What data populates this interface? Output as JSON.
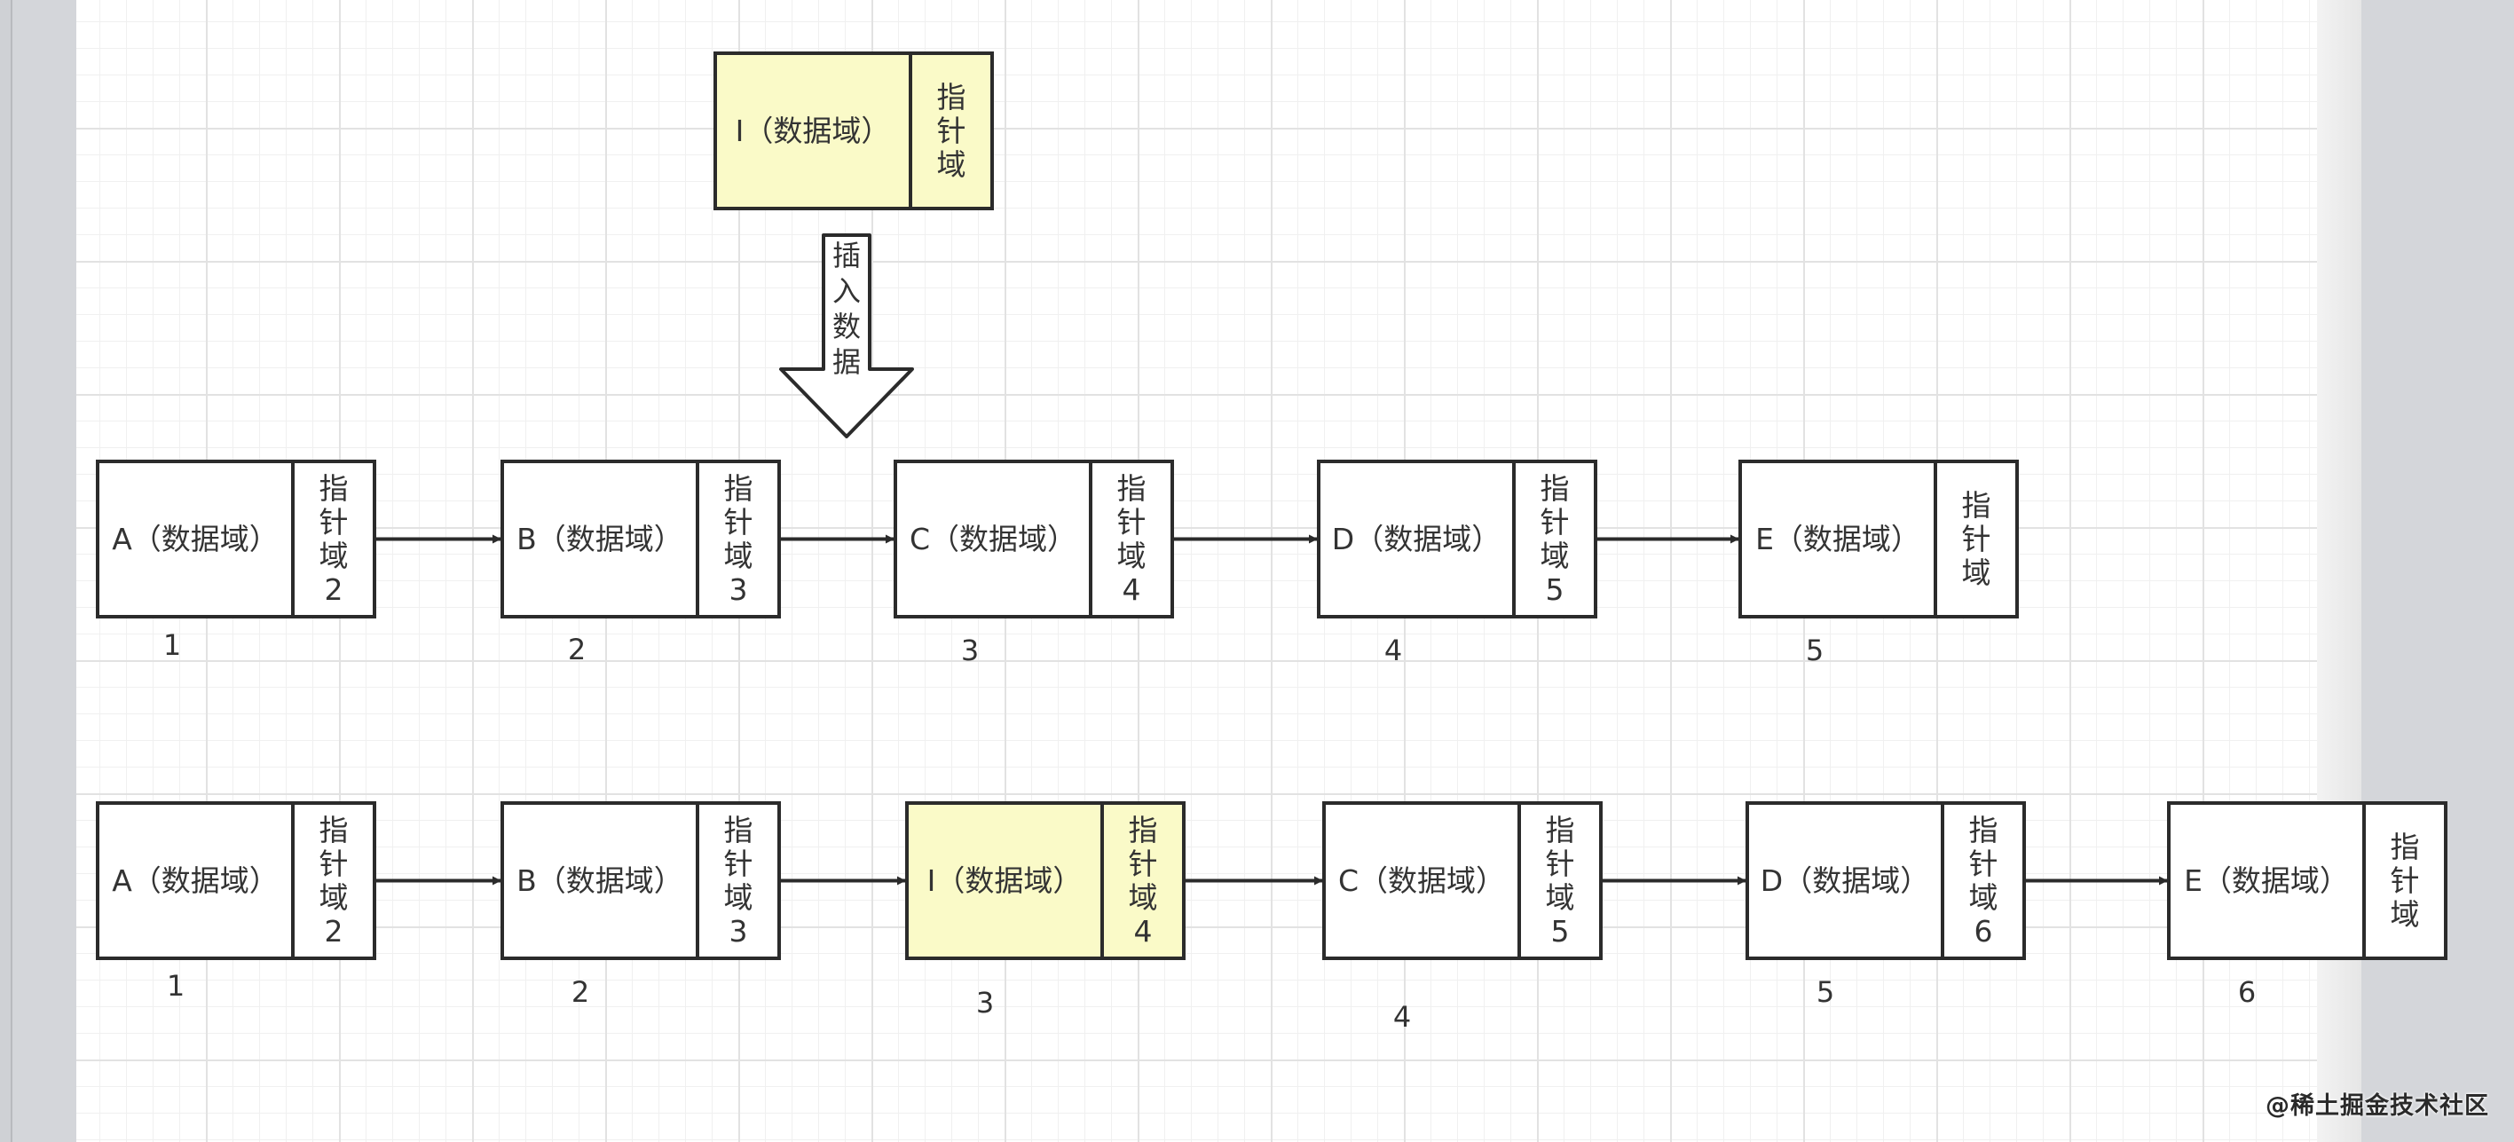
{
  "insert_node": {
    "data": "I（数据域）",
    "pointer": "指\n针\n域"
  },
  "insert_arrow_label": "插\n入\n数\n据",
  "row_before": [
    {
      "data": "A（数据域）",
      "pointer": "指\n针\n域\n2",
      "index": "1"
    },
    {
      "data": "B（数据域）",
      "pointer": "指\n针\n域\n3",
      "index": "2"
    },
    {
      "data": "C（数据域）",
      "pointer": "指\n针\n域\n4",
      "index": "3"
    },
    {
      "data": "D（数据域）",
      "pointer": "指\n针\n域\n5",
      "index": "4"
    },
    {
      "data": "E（数据域）",
      "pointer": "指\n针\n域",
      "index": "5"
    }
  ],
  "row_after": [
    {
      "data": "A（数据域）",
      "pointer": "指\n针\n域\n2",
      "index": "1",
      "highlight": false
    },
    {
      "data": "B（数据域）",
      "pointer": "指\n针\n域\n3",
      "index": "2",
      "highlight": false
    },
    {
      "data": "I（数据域）",
      "pointer": "指\n针\n域\n4",
      "index": "3",
      "highlight": true
    },
    {
      "data": "C（数据域）",
      "pointer": "指\n针\n域\n5",
      "index": "4",
      "highlight": false
    },
    {
      "data": "D（数据域）",
      "pointer": "指\n针\n域\n6",
      "index": "5",
      "highlight": false
    },
    {
      "data": "E（数据域）",
      "pointer": "指\n针\n域",
      "index": "6",
      "highlight": false
    }
  ],
  "watermark": "@稀土掘金技术社区",
  "colors": {
    "highlight_fill": "#fafac8",
    "stroke": "#2b2b2b",
    "text": "#333333"
  }
}
